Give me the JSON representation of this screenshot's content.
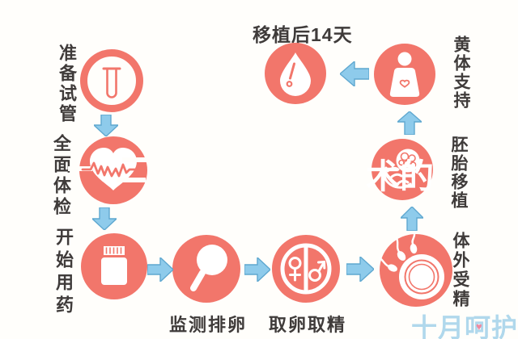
{
  "colors": {
    "salmon": "#f2766b",
    "arrow_fill": "#8ecbeb",
    "arrow_stroke": "#5fa8d0",
    "label_text": "#3f3b3a",
    "watermark_blue": "#b0d8ec",
    "watermark_heart_pink": "#ef8aa1",
    "background": "#fffefb"
  },
  "flow_title": "移植后14天",
  "steps": [
    {
      "id": "prepare",
      "label": "准备试管",
      "icon": "test-tube-icon"
    },
    {
      "id": "checkup",
      "label": "全面体检",
      "icon": "heartbeat-icon"
    },
    {
      "id": "medication",
      "label": "开始用药",
      "icon": "pill-bottle-icon"
    },
    {
      "id": "monitor",
      "label": "监测排卵",
      "icon": "magnifier-icon"
    },
    {
      "id": "retrieve",
      "label": "取卵取精",
      "icon": "female-male-icon"
    },
    {
      "id": "ivf",
      "label": "体外受精",
      "icon": "egg-sperm-icon"
    },
    {
      "id": "embryo",
      "label": "胚胎移植",
      "icon": "embryo-hand-icon"
    },
    {
      "id": "luteal",
      "label": "黄体支持",
      "icon": "pregnant-woman-icon"
    },
    {
      "id": "result",
      "label": "移植后14天",
      "icon": "blood-drop-icon"
    }
  ],
  "watermarks": {
    "overlay_text": "术的",
    "brand": "十月呵护",
    "brand_heart": "♥"
  }
}
